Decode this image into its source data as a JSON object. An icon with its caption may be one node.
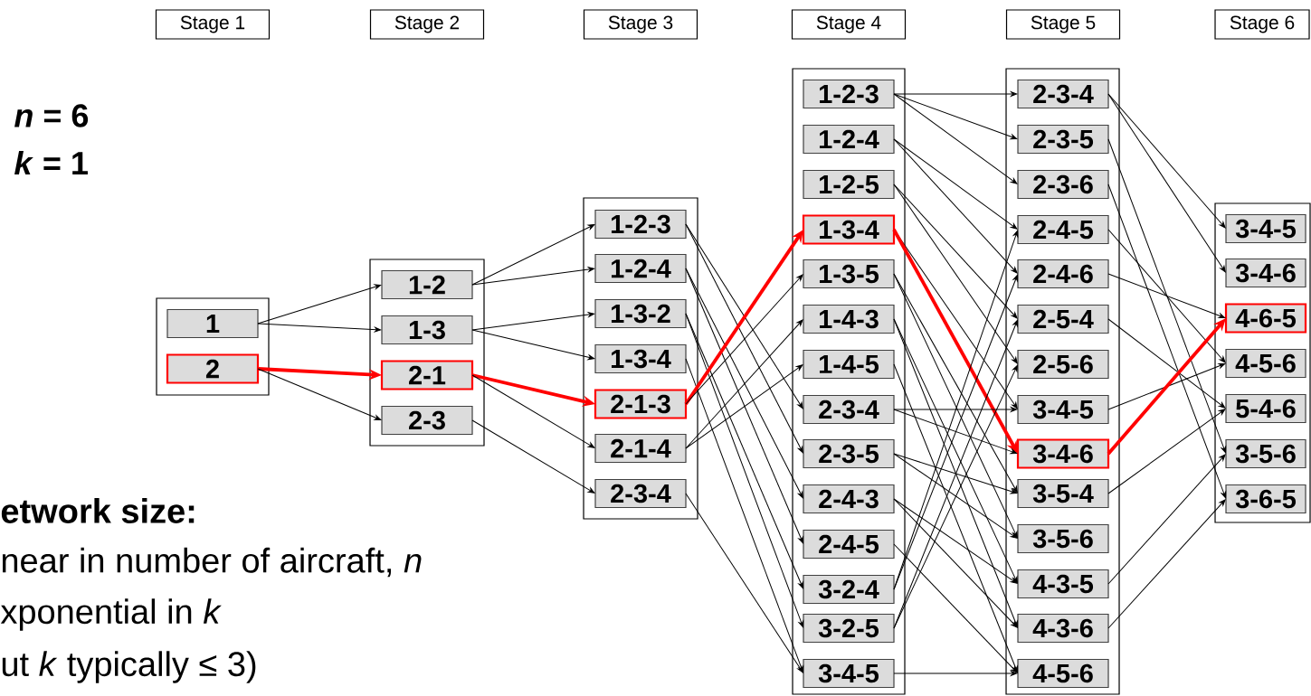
{
  "diagram": {
    "nodes": [
      {
        "text": [
          "Stage 1"
        ]
      },
      {
        "text": [
          "Stage 2"
        ]
      },
      {
        "text": [
          "Stage 3"
        ]
      },
      {
        "text": [
          "Stage 4"
        ]
      },
      {
        "text": [
          "Stage 5"
        ]
      },
      {
        "text": [
          "Stage 6"
        ]
      },
      {
        "text": [],
        "shape": "box"
      },
      {
        "text": [
          "1"
        ],
        "in": 6
      },
      {
        "text": [
          "2"
        ],
        "in": 6
      },
      {
        "text": [],
        "shape": "box"
      },
      {
        "text": [
          "1-2"
        ],
        "in": 9
      },
      {
        "text": [
          "1-3"
        ],
        "in": 9
      },
      {
        "text": [
          "2-1"
        ],
        "in": 9
      },
      {
        "text": [
          "2-3"
        ],
        "in": 9
      },
      {
        "text": [],
        "shape": "box"
      },
      {
        "text": [
          "1-2-3"
        ],
        "in": 14
      },
      {
        "text": [
          "1-2-4"
        ],
        "in": 14
      },
      {
        "text": [
          "1-3-2"
        ],
        "in": 14
      },
      {
        "text": [
          "1-3-4"
        ],
        "in": 14
      },
      {
        "text": [
          "2-1-3"
        ],
        "in": 14
      },
      {
        "text": [
          "2-1-4"
        ],
        "in": 14
      },
      {
        "text": [
          "2-3-4"
        ],
        "in": 14
      },
      {
        "text": [],
        "shape": "box"
      },
      {
        "text": [
          "1-2-3"
        ],
        "in": 22
      },
      {
        "text": [
          "1-2-4"
        ],
        "in": 22
      },
      {
        "text": [
          "1-2-5"
        ],
        "in": 22
      },
      {
        "text": [
          "1-3-4"
        ],
        "in": 22
      },
      {
        "text": [
          "1-3-5"
        ],
        "in": 22
      },
      {
        "text": [
          "1-4-3"
        ],
        "in": 22
      },
      {
        "text": [
          "1-4-5"
        ],
        "in": 22
      },
      {
        "text": [
          "2-3-4"
        ],
        "in": 22
      },
      {
        "text": [
          "2-3-5"
        ],
        "in": 22
      },
      {
        "text": [
          "2-4-3"
        ],
        "in": 22
      },
      {
        "text": [
          "2-4-5"
        ],
        "in": 22
      },
      {
        "text": [
          "3-2-4"
        ],
        "in": 22
      },
      {
        "text": [
          "3-2-5"
        ],
        "in": 22
      },
      {
        "text": [
          "3-4-5"
        ],
        "in": 22
      },
      {
        "text": [],
        "shape": "box"
      },
      {
        "text": [
          "2-3-4"
        ],
        "in": 37
      },
      {
        "text": [
          "2-3-5"
        ],
        "in": 37
      },
      {
        "text": [
          "2-3-6"
        ],
        "in": 37
      },
      {
        "text": [
          "2-4-5"
        ],
        "in": 37
      },
      {
        "text": [
          "2-4-6"
        ],
        "in": 37
      },
      {
        "text": [
          "2-5-4"
        ],
        "in": 37
      },
      {
        "text": [
          "2-5-6"
        ],
        "in": 37
      },
      {
        "text": [
          "3-4-5"
        ],
        "in": 37
      },
      {
        "text": [
          "3-4-6"
        ],
        "in": 37
      },
      {
        "text": [
          "3-5-4"
        ],
        "in": 37
      },
      {
        "text": [
          "3-5-6"
        ],
        "in": 37
      },
      {
        "text": [
          "4-3-5"
        ],
        "in": 37
      },
      {
        "text": [
          "4-3-6"
        ],
        "in": 37
      },
      {
        "text": [
          "4-5-6"
        ],
        "in": 37
      },
      {
        "text": [],
        "shape": "box"
      },
      {
        "text": [
          "3-4-5"
        ],
        "in": 52
      },
      {
        "text": [
          "3-4-6"
        ],
        "in": 52
      },
      {
        "text": [
          "4-6-5"
        ],
        "in": 52
      },
      {
        "text": [
          "4-5-6"
        ],
        "in": 52
      },
      {
        "text": [
          "5-4-6"
        ],
        "in": 52
      },
      {
        "text": [
          "3-5-6"
        ],
        "in": 52
      },
      {
        "text": [
          "3-6-5"
        ],
        "in": 52
      }
    ],
    "edges": [
      {
        "from": 7,
        "to": 10,
        "arrow": "to"
      },
      {
        "from": 7,
        "to": 11,
        "arrow": "to"
      },
      {
        "from": 8,
        "to": 12,
        "arrow": "to",
        "style": "thick",
        "color": "#ff0000"
      },
      {
        "from": 8,
        "to": 13,
        "arrow": "to"
      },
      {
        "from": 10,
        "to": 15,
        "arrow": "to"
      },
      {
        "from": 10,
        "to": 16,
        "arrow": "to"
      },
      {
        "from": 11,
        "to": 17,
        "arrow": "to"
      },
      {
        "from": 11,
        "to": 18,
        "arrow": "to"
      },
      {
        "from": 12,
        "to": 19,
        "arrow": "to",
        "style": "thick",
        "color": "#ff0000"
      },
      {
        "from": 12,
        "to": 20,
        "arrow": "to"
      },
      {
        "from": 13,
        "to": 21,
        "arrow": "to"
      },
      {
        "from": 15,
        "to": 30,
        "arrow": "to"
      },
      {
        "from": 15,
        "to": 31,
        "arrow": "to"
      },
      {
        "from": 16,
        "to": 32,
        "arrow": "to"
      },
      {
        "from": 16,
        "to": 33,
        "arrow": "to"
      },
      {
        "from": 17,
        "to": 34,
        "arrow": "to"
      },
      {
        "from": 17,
        "to": 35,
        "arrow": "to"
      },
      {
        "from": 18,
        "to": 36,
        "arrow": "to"
      },
      {
        "from": 19,
        "to": 26,
        "arrow": "to",
        "style": "thick",
        "color": "#ff0000"
      },
      {
        "from": 19,
        "to": 27,
        "arrow": "to"
      },
      {
        "from": 20,
        "to": 28,
        "arrow": "to"
      },
      {
        "from": 20,
        "to": 29,
        "arrow": "to"
      },
      {
        "from": 21,
        "to": 36,
        "arrow": "to"
      },
      {
        "from": 23,
        "to": 38,
        "arrow": "to"
      },
      {
        "from": 23,
        "to": 39,
        "arrow": "to"
      },
      {
        "from": 23,
        "to": 40,
        "arrow": "to"
      },
      {
        "from": 24,
        "to": 41,
        "arrow": "to"
      },
      {
        "from": 24,
        "to": 42,
        "arrow": "to"
      },
      {
        "from": 25,
        "to": 43,
        "arrow": "to"
      },
      {
        "from": 25,
        "to": 44,
        "arrow": "to"
      },
      {
        "from": 26,
        "to": 45,
        "arrow": "to"
      },
      {
        "from": 26,
        "to": 46,
        "arrow": "to",
        "style": "thick",
        "color": "#ff0000"
      },
      {
        "from": 27,
        "to": 47,
        "arrow": "to"
      },
      {
        "from": 27,
        "to": 48,
        "arrow": "to"
      },
      {
        "from": 28,
        "to": 49,
        "arrow": "to"
      },
      {
        "from": 28,
        "to": 50,
        "arrow": "to"
      },
      {
        "from": 29,
        "to": 51,
        "arrow": "to"
      },
      {
        "from": 30,
        "to": 45,
        "arrow": "to"
      },
      {
        "from": 30,
        "to": 46,
        "arrow": "to"
      },
      {
        "from": 31,
        "to": 47,
        "arrow": "to"
      },
      {
        "from": 31,
        "to": 48,
        "arrow": "to"
      },
      {
        "from": 32,
        "to": 49,
        "arrow": "to"
      },
      {
        "from": 32,
        "to": 50,
        "arrow": "to"
      },
      {
        "from": 33,
        "to": 51,
        "arrow": "to"
      },
      {
        "from": 34,
        "to": 41,
        "arrow": "to"
      },
      {
        "from": 34,
        "to": 42,
        "arrow": "to"
      },
      {
        "from": 35,
        "to": 43,
        "arrow": "to"
      },
      {
        "from": 35,
        "to": 44,
        "arrow": "to"
      },
      {
        "from": 36,
        "to": 51,
        "arrow": "to"
      },
      {
        "from": 38,
        "to": 53,
        "arrow": "to"
      },
      {
        "from": 38,
        "to": 54,
        "arrow": "to"
      },
      {
        "from": 39,
        "to": 58,
        "arrow": "to"
      },
      {
        "from": 40,
        "to": 59,
        "arrow": "to"
      },
      {
        "from": 41,
        "to": 56,
        "arrow": "to"
      },
      {
        "from": 42,
        "to": 55,
        "arrow": "to"
      },
      {
        "from": 43,
        "to": 57,
        "arrow": "to"
      },
      {
        "from": 45,
        "to": 56,
        "arrow": "to"
      },
      {
        "from": 46,
        "to": 55,
        "arrow": "to",
        "style": "thick",
        "color": "#ff0000"
      },
      {
        "from": 47,
        "to": 57,
        "arrow": "to"
      },
      {
        "from": 49,
        "to": 58,
        "arrow": "to"
      },
      {
        "from": 50,
        "to": 59,
        "arrow": "to"
      }
    ],
    "labels": [
      "*n* = 6",
      "*k* = 1",
      "etwork size:",
      "near in number of aircraft, *n*",
      "xponential in *k*",
      "ut *k* typically ≤ 3)"
    ]
  }
}
